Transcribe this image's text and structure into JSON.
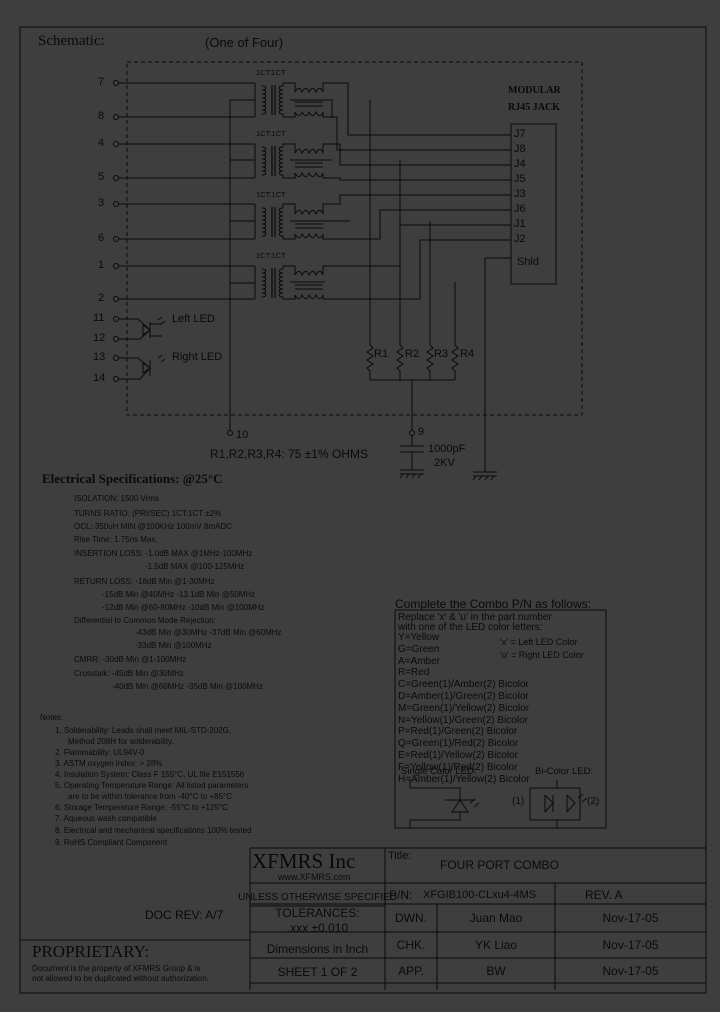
{
  "schematic": {
    "title": "Schematic:",
    "subtitle": "(One of Four)",
    "jack_title_1": "MODULAR",
    "jack_title_2": "RJ45  JACK",
    "jack_pins": [
      "J7",
      "J8",
      "J4",
      "J5",
      "J3",
      "J6",
      "J1",
      "J2"
    ],
    "shield_label": "Shld",
    "left_pins": [
      "7",
      "8",
      "4",
      "5",
      "3",
      "6",
      "1",
      "2",
      "11",
      "12",
      "13",
      "14"
    ],
    "turns_labels": [
      "1CT:1CT",
      "1CT:1CT",
      "1CT:1CT",
      "1CT:1CT"
    ],
    "left_led": "Left LED",
    "right_led": "Right LED",
    "resistors": [
      "R1",
      "R2",
      "R3",
      "R4"
    ],
    "pin10": "10",
    "pin9": "9",
    "resistor_value": "R1,R2,R3,R4: 75 ±1% OHMS",
    "cap_value": "1000pF",
    "cap_voltage": "2KV"
  },
  "electrical": {
    "title": "Electrical Specifications: @25°C",
    "lines": [
      "ISOLATION: 1500 Vrms",
      "TURNS RATIO: (PRI/SEC) 1CT:1CT ±2%",
      "OCL: 350uH MIN @100KHz 100mV 8mADC",
      "Rise Time: 1.75ns Max.",
      "INSERTION LOSS: -1.0dB MAX @1MHz-100MHz",
      "-1.5dB MAX @100-125MHz",
      "RETURN LOSS: -18dB Min @1-30MHz",
      "-15dB Min @40MHz  -13.1dB Min @50MHz",
      "-12dB Min @60-80MHz  -10dB Min @100MHz",
      "Differential to Common Mode Rejection:",
      "-43dB Min @30MHz  -37dB Min @60MHz",
      "-33dB Min @100MHz",
      "CMRR: -30dB Min @1-100MHz",
      "Crosstalk: -45dB Min @30MHz",
      "-40dB Min @60MHz  -35dB Min @100MHz"
    ]
  },
  "notes": {
    "title": "Notes:",
    "lines": [
      "1. Solderability: Leads shall meet MIL-STD-202G,",
      "Method 208H for solderability.",
      "2. Flammability: UL94V-0",
      "3. ASTM oxygen index: > 28%",
      "4. Insulation System: Class F 155°C, UL file E151556",
      "5. Operating Temperature Range: All listed parameters",
      "are to be within tolerance from -40°C to +85°C",
      "6. Storage Temperature Range: -55°C to +125°C",
      "7. Aqueous wash compatible",
      "8. Electrical and mechanical specifications 100% tested",
      "9. RoHS Compliant Component"
    ]
  },
  "combo": {
    "title": "Complete the Combo P/N as follows:",
    "replace_1": "Replace 'x' & 'u' in the part number",
    "replace_2": "with one of the LED color letters:",
    "x_note": "'x' = Left LED Color",
    "u_note": "'u' = Right LED Color",
    "colors": [
      "Y=Yellow",
      "G=Green",
      "A=Amber",
      "R=Red",
      "C=Green(1)/Amber(2) Bicolor",
      "D=Amber(1)/Green(2) Bicolor",
      "M=Green(1)/Yellow(2) Bicolor",
      "N=Yellow(1)/Green(2) Bicolor",
      "P=Red(1)/Green(2) Bicolor",
      "Q=Green(1)/Red(2) Bicolor",
      "E=Red(1)/Yellow(2) Bicolor",
      "F=Yellow(1)/Red(2) Bicolor",
      "H=Amber(1)/Yellow(2) Bicolor"
    ],
    "single_led": "Single Color LED:",
    "bi_led": "Bi-Color LED:",
    "label_1": "(1)",
    "label_2": "(2)"
  },
  "title_block": {
    "company": "XFMRS Inc",
    "website": "www.XFMRS.com",
    "title_label": "Title:",
    "title_value": "FOUR PORT COMBO",
    "unless_1": "UNLESS OTHERWISE SPECIFIED",
    "unless_2": "TOLERANCES:",
    "tolerance": ".xxx ±0.010",
    "dimensions": "Dimensions in Inch",
    "sheet": "SHEET  1  OF  2",
    "pn_label": "P/N:",
    "pn_value": "XFGIB100-CLxu4-4MS",
    "rev": "REV. A",
    "dwn_label": "DWN.",
    "dwn_name": "Juan Mao",
    "dwn_date": "Nov-17-05",
    "chk_label": "CHK.",
    "chk_name": "YK Liao",
    "chk_date": "Nov-17-05",
    "app_label": "APP.",
    "app_name": "BW",
    "app_date": "Nov-17-05",
    "doc_rev": "DOC REV: A/7"
  },
  "proprietary": {
    "title": "PROPRIETARY:",
    "line_1": "Document is the property of XFMRS Group & is",
    "line_2": "not allowed to be duplicated without authorization."
  }
}
